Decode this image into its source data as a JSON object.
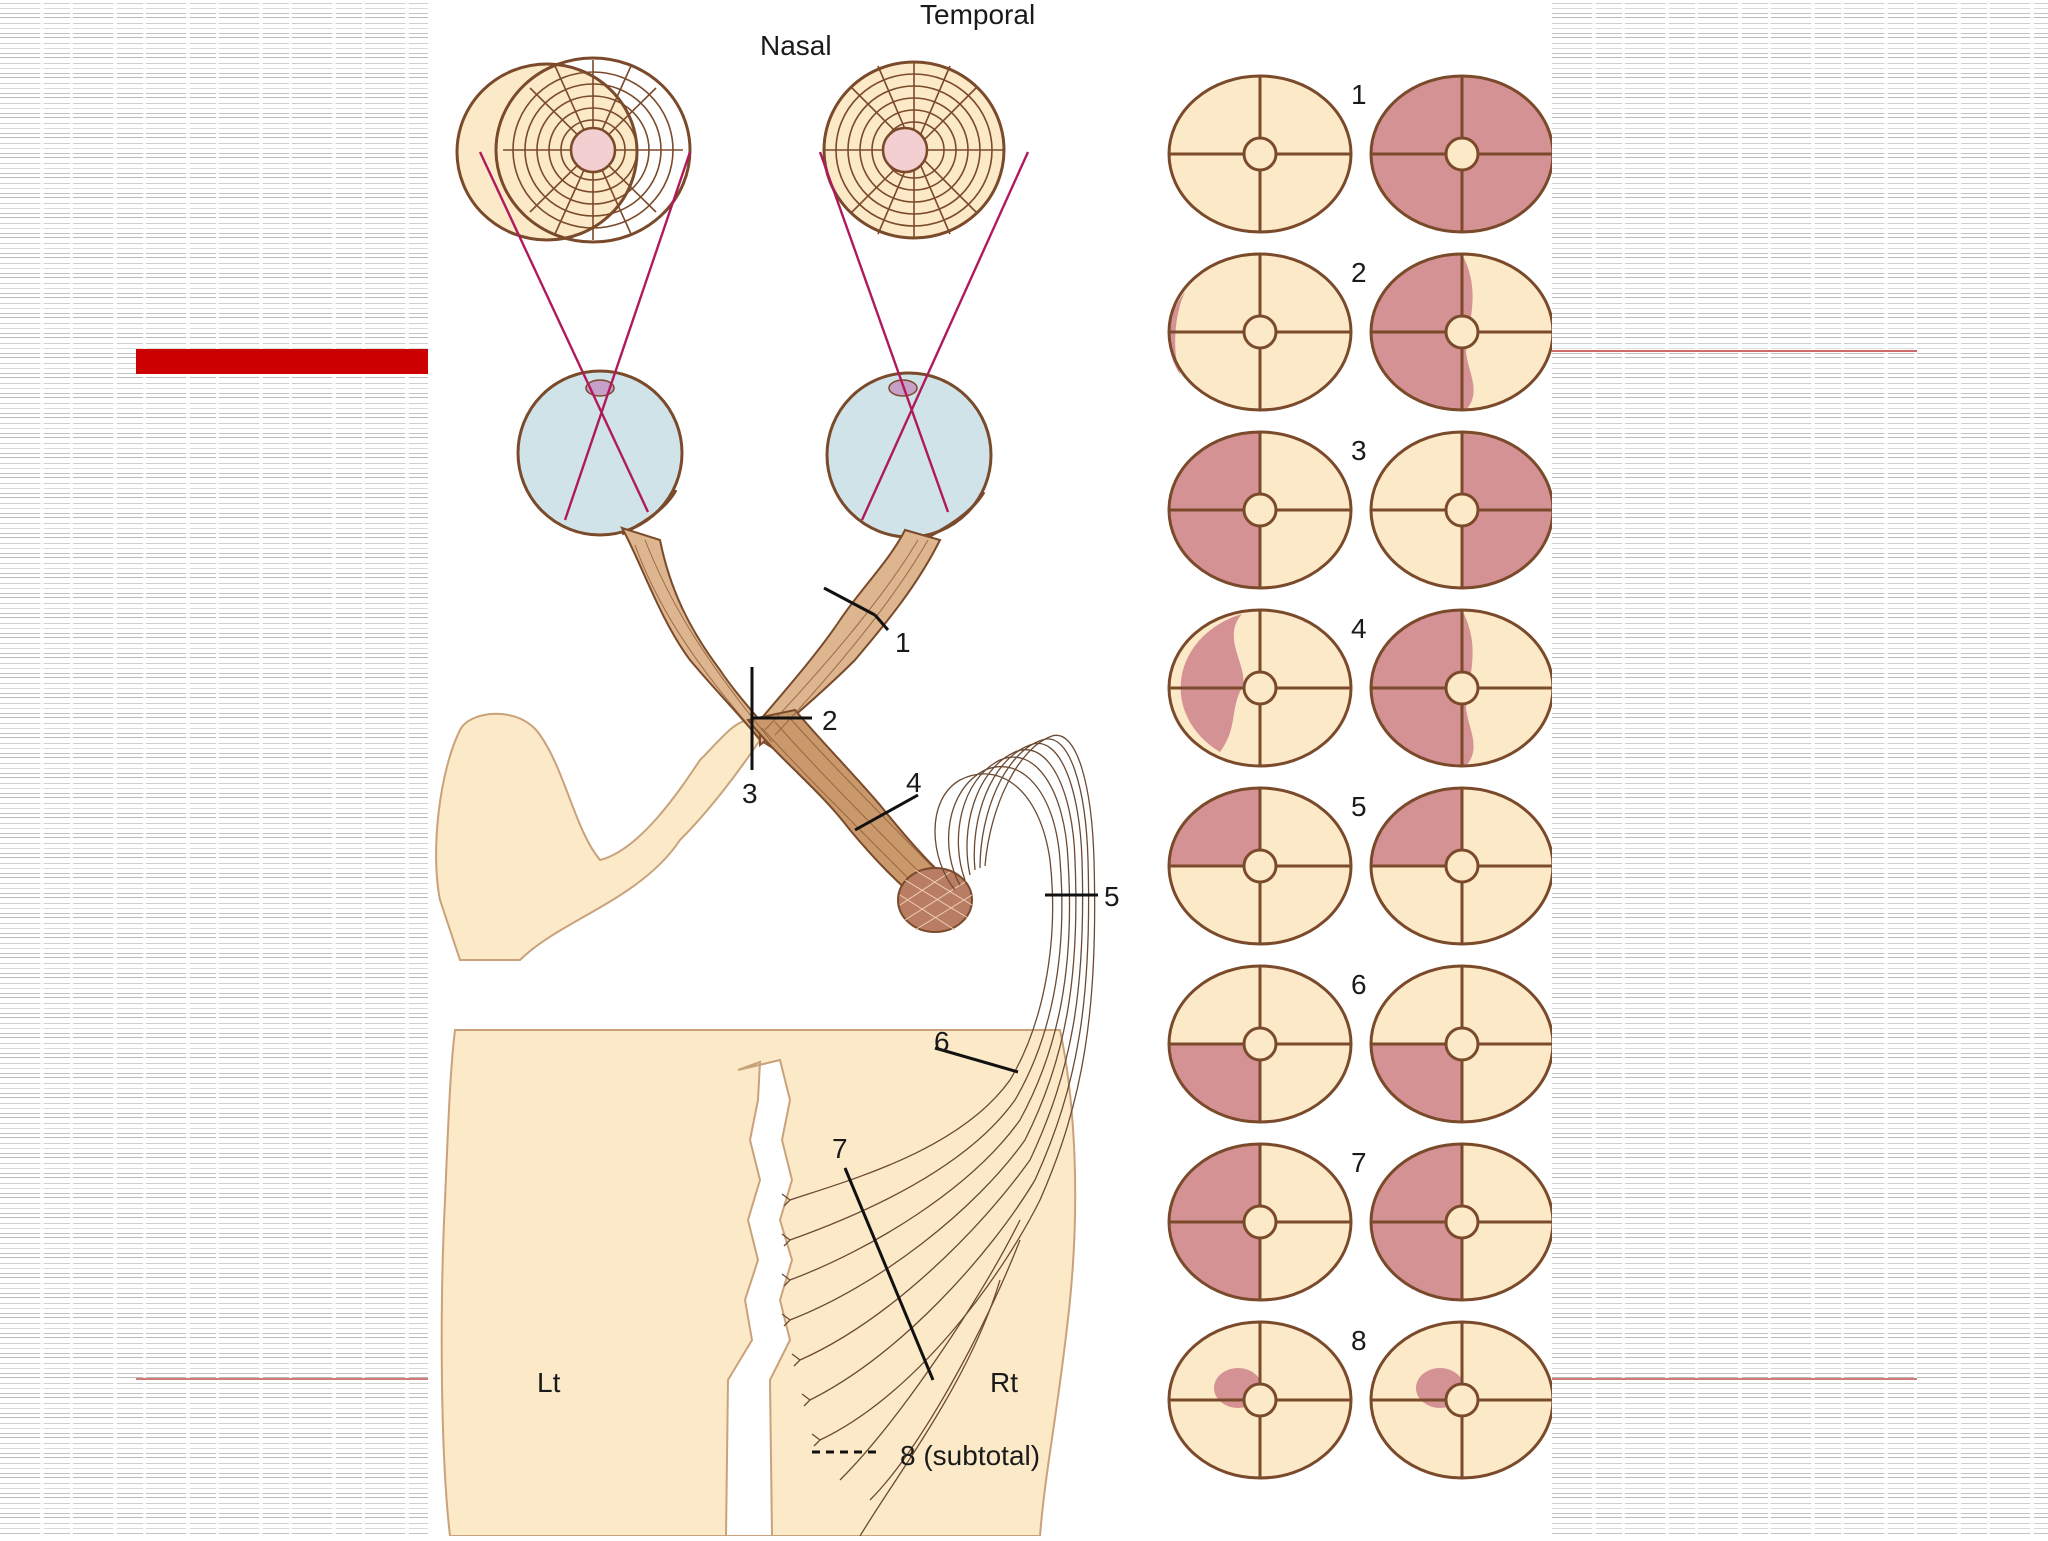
{
  "header_labels": {
    "nasal": "Nasal",
    "temporal": "Temporal"
  },
  "lesion_labels": [
    "1",
    "2",
    "3",
    "4",
    "5",
    "6",
    "7"
  ],
  "lesion_8_label": "8 (subtotal)",
  "hemisphere_labels": {
    "left": "Lt",
    "right": "Rt"
  },
  "field_row_labels": [
    "1",
    "2",
    "3",
    "4",
    "5",
    "6",
    "7",
    "8"
  ],
  "colors": {
    "field_fill": "#fbe9c8",
    "field_outline": "#7a4a2a",
    "defect": "#d49294",
    "globe": "#cfe3e8",
    "fibers": "#ad7a4e",
    "brain": "#fbe9c8",
    "projection_lines": "#b01a5c",
    "accent_bar": "#cc0000"
  }
}
